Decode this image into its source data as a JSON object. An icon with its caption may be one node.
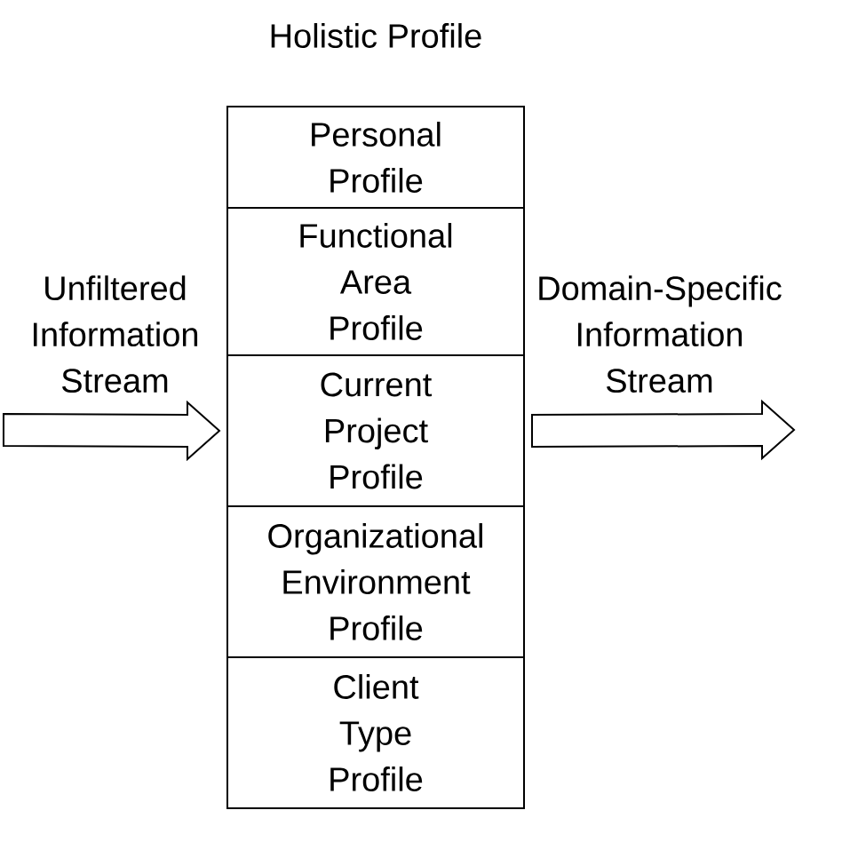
{
  "diagram": {
    "nodes": [
      {
        "text": [
          "Holistic Profile"
        ]
      },
      {
        "text": [
          "Personal Profile"
        ],
        "in": 0
      },
      {
        "text": [
          "Functional Area Profile"
        ],
        "in": 0
      },
      {
        "text": [
          "Current Project Profile"
        ],
        "in": 0
      },
      {
        "text": [
          "Organizational Environment Profile"
        ],
        "in": 0
      },
      {
        "text": [
          "Client Type Profile"
        ],
        "in": 0
      }
    ],
    "edges": [
      {
        "from": null,
        "to": 3,
        "arrow": "to",
        "label": "Unfiltered Information Stream"
      },
      {
        "from": 3,
        "to": null,
        "arrow": "to",
        "label": "Domain-Specific Information Stream"
      }
    ]
  }
}
